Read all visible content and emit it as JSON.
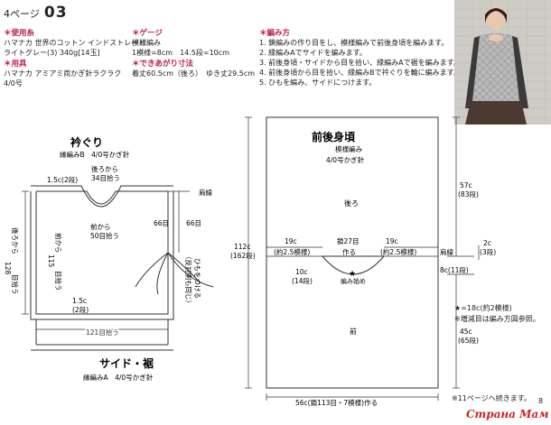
{
  "header": {
    "page_label": "4ページ",
    "page_number": "03"
  },
  "materials": {
    "heading": "＊使用糸",
    "lines": [
      "ハマナカ 世界のコットン インドストレート",
      "ライトグレー(3) 340g[14玉]"
    ],
    "tools_heading": "＊用具",
    "tools_lines": [
      "ハマナカ アミアミ両かぎ針ラクラク",
      "4/0号"
    ]
  },
  "gauge": {
    "heading": "＊ゲージ",
    "lines": [
      "模様編み",
      "1模様=8cm　14.5段=10cm"
    ],
    "size_heading": "＊できあがり寸法",
    "size_line": "着丈60.5cm（後ろ）　ゆき丈29.5cm"
  },
  "method": {
    "heading": "＊編み方",
    "steps": [
      "1. 鎖編みの作り目をし、模様編みで前後身頃を編みます。",
      "2. 縁編みAでサイドを編みます。",
      "3. 前後身頃・サイドから目を拾い、縁編みAで裾を編みます。",
      "4. 前後身頃から目を拾い、縁編みBで衿ぐりを輪に編みます。",
      "5. ひもを編み、サイドにつけます。"
    ]
  },
  "diagram_left": {
    "collar_title": "衿ぐり",
    "collar_sub": "縁編みB　4/0号かぎ針",
    "back_pickup": [
      "後ろから",
      "34目拾う"
    ],
    "front_pickup": [
      "前から",
      "50目拾う"
    ],
    "top_rows": "1.5c(2段)",
    "shoulder": "肩線",
    "side_pick_left": "66目",
    "side_pick_right": "66目",
    "back_side_pick": [
      "後ろから",
      "128",
      "目拾う"
    ],
    "front_side_pick": [
      "前から",
      "115",
      "目拾う"
    ],
    "strap": [
      "ひもをつける",
      "（反対側も同じ）"
    ],
    "bottom_rows": [
      "1.5c",
      "(2段)"
    ],
    "hem_pick": "121目拾う",
    "side_title": "サイド・裾",
    "side_sub": "縁編みA　4/0号かぎ針"
  },
  "diagram_right": {
    "title": "前後身頃",
    "sub1": "模様編み",
    "sub2": "4/0号かぎ針",
    "back_label": "後ろ",
    "front_label": "前",
    "left_19": [
      "19c",
      "(約2.5模様)"
    ],
    "right_19": [
      "19c",
      "(約2.5模様)"
    ],
    "chain_start": [
      "鎖27目",
      "作る"
    ],
    "neck_10": [
      "10c",
      "(14段)"
    ],
    "start_label": "編み始め",
    "shoulder": "肩線",
    "total_height": [
      "112c",
      "(162段)"
    ],
    "upper_right": [
      "57c",
      "(83段)"
    ],
    "r_2c": [
      "2c",
      "(3段)"
    ],
    "r_8c": "8c(11段)",
    "lower_right": [
      "45c",
      "(65段)"
    ],
    "width_bottom": "56c(鎖113目・7模様)作る"
  },
  "notes": {
    "star": "★=18c(約2模様)",
    "increase": "※増減目は編み方図参照。",
    "continue": "※11ページへ続きます。",
    "corner": "8"
  },
  "watermark": "Страна Мам"
}
